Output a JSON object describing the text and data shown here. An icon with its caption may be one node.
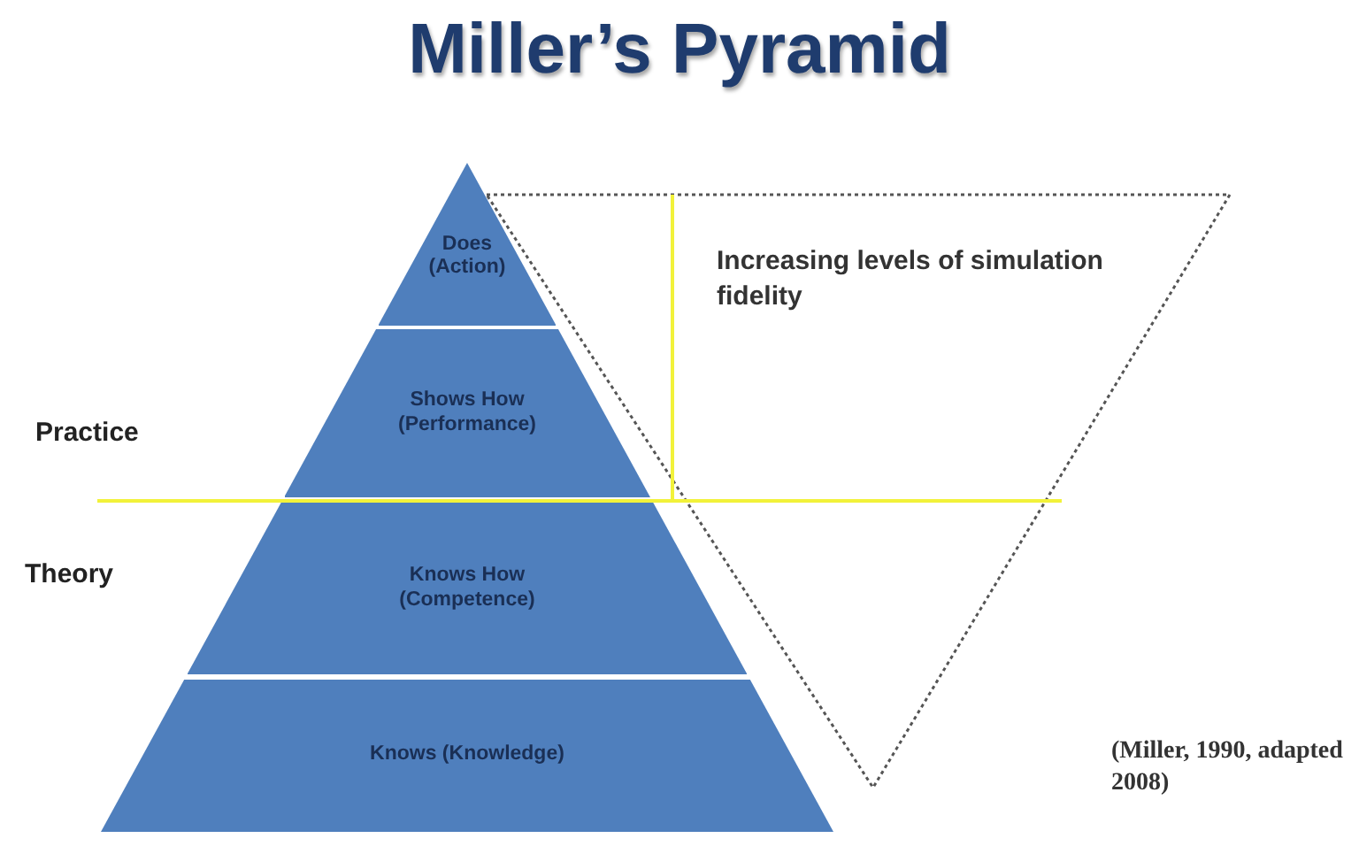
{
  "diagram": {
    "title": "Miller’s Pyramid",
    "nodes": [
      {
        "text": [
          "Does (Action)"
        ]
      },
      {
        "text": [
          "Shows How (Performance)"
        ]
      },
      {
        "text": [
          "Knows How (Competence)"
        ]
      },
      {
        "text": [
          "Knows (Knowledge)"
        ]
      },
      {
        "text": [
          "Increasing levels of simulation fidelity"
        ]
      }
    ],
    "labels": [
      "Practice",
      "Theory",
      "(Miller, 1990, adapted 2008)"
    ]
  }
}
